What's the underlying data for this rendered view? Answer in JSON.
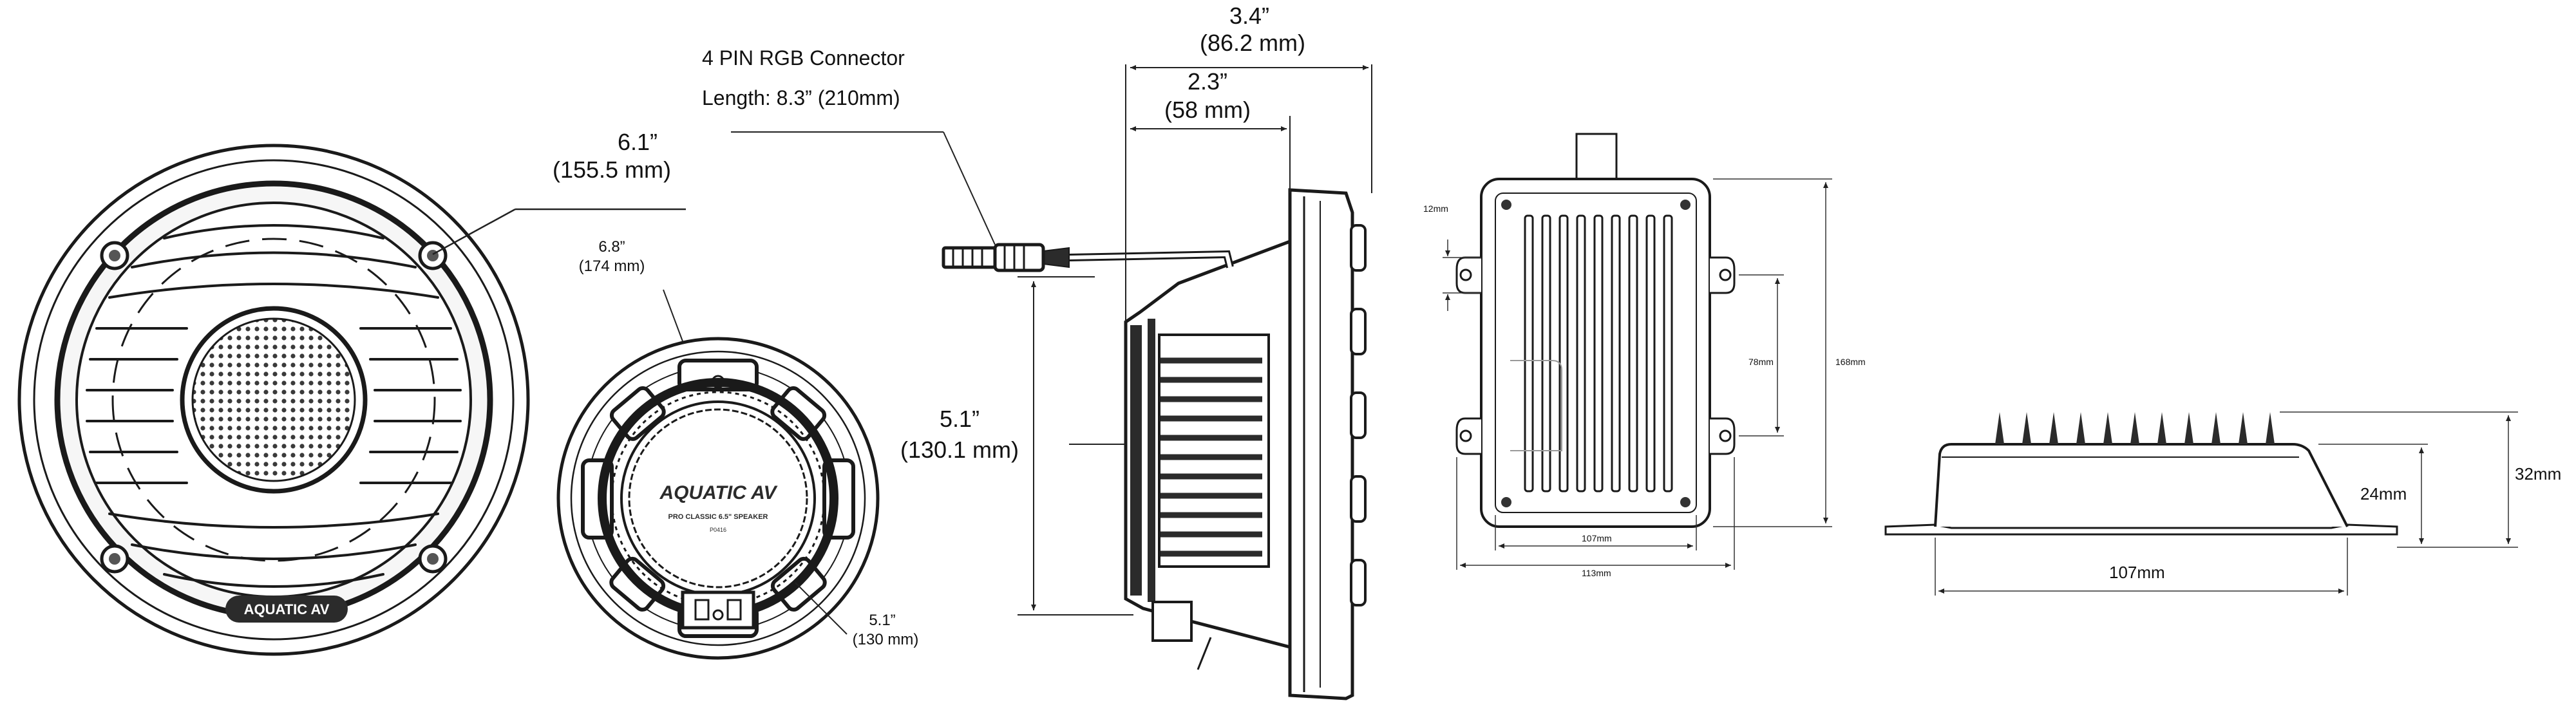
{
  "speaker_front": {
    "dim_in": "6.1”",
    "dim_mm": "(155.5 mm)",
    "logo_text": "AQUATIC AV"
  },
  "speaker_back": {
    "outer_dim_in": "6.8”",
    "outer_dim_mm": "(174 mm)",
    "inner_dim_in": "5.1”",
    "inner_dim_mm": "(130 mm)",
    "brand": "AQUATIC AV",
    "model_line": "PRO CLASSIC 6.5\" SPEAKER",
    "spec_line": "P0416"
  },
  "speaker_side": {
    "connector_title": "4 PIN RGB Connector",
    "connector_length": "Length: 8.3” (210mm)",
    "depth_total_in": "3.4”",
    "depth_total_mm": "(86.2 mm)",
    "depth_mount_in": "2.3”",
    "depth_mount_mm": "(58 mm)",
    "cutout_in": "5.1”",
    "cutout_mm": "(130.1 mm)"
  },
  "controller_top": {
    "dim_12": "12mm",
    "dim_78": "78mm",
    "dim_168": "168mm",
    "dim_107": "107mm",
    "dim_113": "113mm"
  },
  "controller_side": {
    "dim_24": "24mm",
    "dim_32": "32mm",
    "dim_107": "107mm"
  },
  "colors": {
    "line": "#1a1a1a",
    "fill_dark": "#2b2b2b",
    "fill_mid": "#8a8a8a",
    "fill_light": "#d9d9d9"
  }
}
